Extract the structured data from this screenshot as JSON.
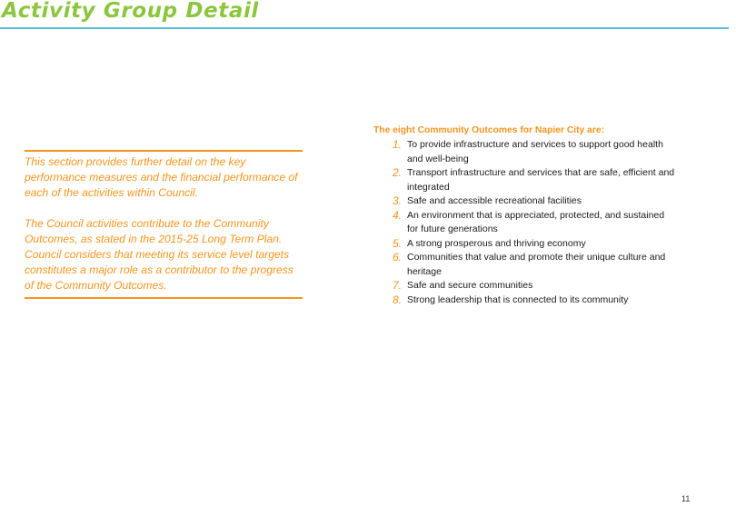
{
  "page": {
    "title": "Activity Group Detail",
    "page_number": "11"
  },
  "intro": {
    "paragraphs": [
      "This section provides further detail on the key performance measures and the financial performance of each of the activities within Council.",
      "The Council activities contribute to the Community Outcomes, as stated in the 2015-25 Long Term Plan. Council considers that meeting its service level targets constitutes a major role as a contributor to the progress of the Community Outcomes."
    ]
  },
  "outcomes": {
    "heading": "The eight Community Outcomes for Napier City are:",
    "items": [
      {
        "number": "1.",
        "text": "To provide infrastructure and services to support good health and well-being"
      },
      {
        "number": "2.",
        "text": "Transport infrastructure and services that are safe, efficient and integrated"
      },
      {
        "number": "3.",
        "text": "Safe and accessible recreational facilities"
      },
      {
        "number": "4.",
        "text": "An environment that is appreciated, protected, and sustained for future generations"
      },
      {
        "number": "5.",
        "text": "A strong prosperous and thriving economy"
      },
      {
        "number": "6.",
        "text": "Communities that value and promote their unique culture and heritage"
      },
      {
        "number": "7.",
        "text": "Safe and secure communities"
      },
      {
        "number": "8.",
        "text": "Strong leadership that is connected to its community"
      }
    ]
  },
  "colors": {
    "title_green": "#8cc63f",
    "rule_blue": "#5bc0de",
    "accent_orange": "#f7941d",
    "body_text": "#1a1a1a"
  }
}
